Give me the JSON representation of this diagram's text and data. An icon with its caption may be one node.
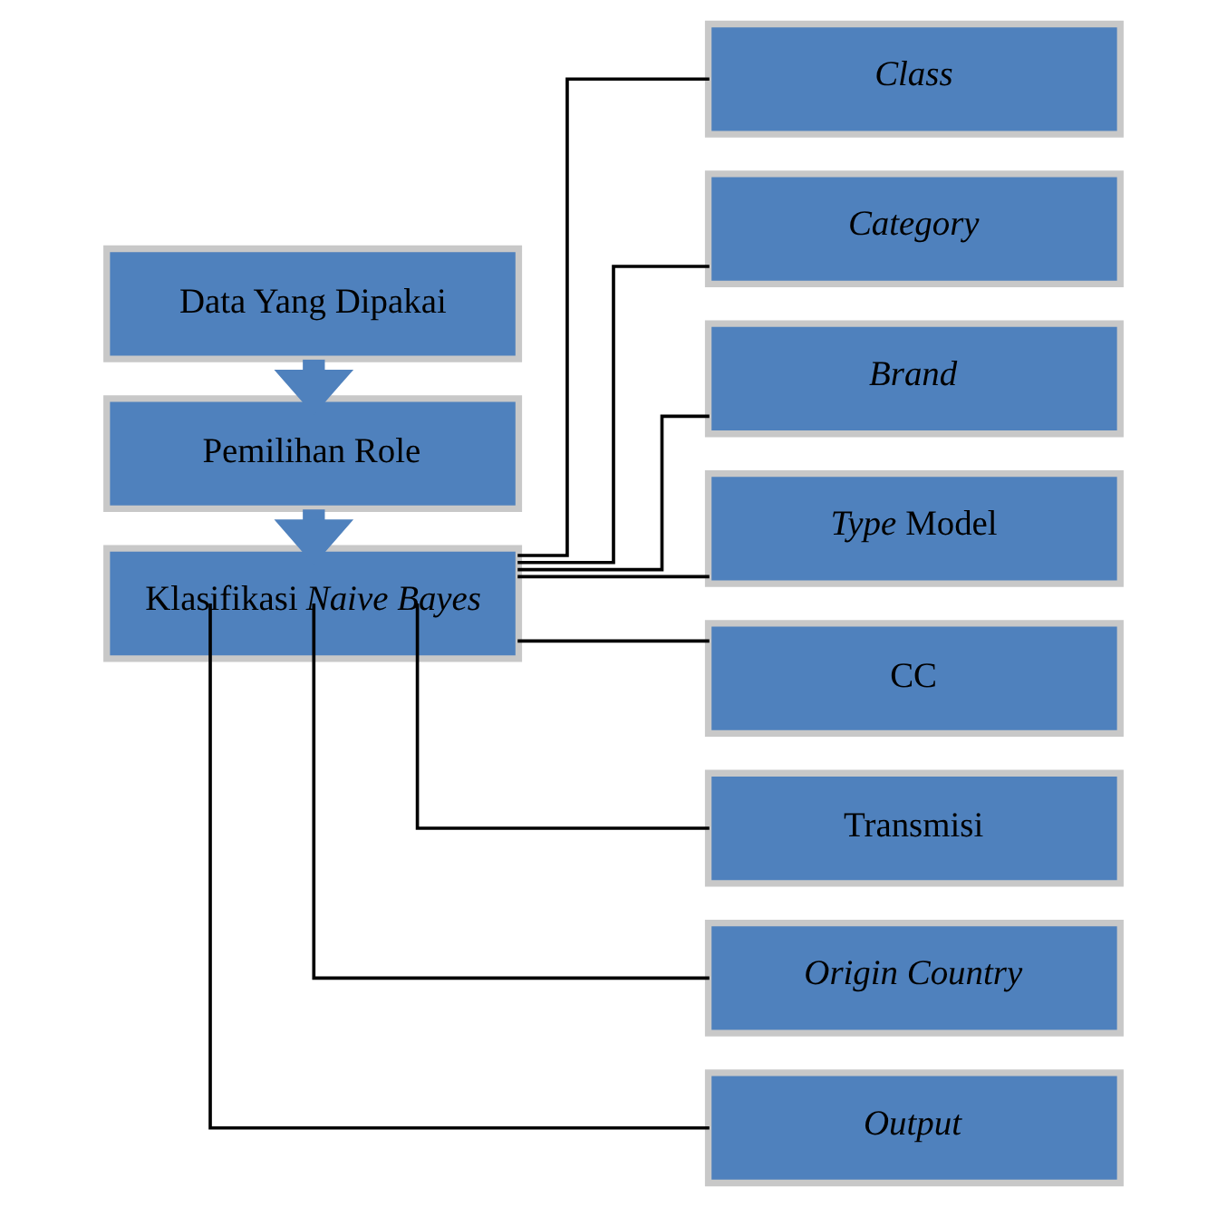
{
  "diagram": {
    "nodes": [
      {
        "text": [
          "Data Yang Dipakai"
        ]
      },
      {
        "text": [
          "Pemilihan Role"
        ]
      },
      {
        "text": [
          "Klasifikasi *Naive Bayes*"
        ]
      },
      {
        "text": [
          "Class"
        ]
      },
      {
        "text": [
          "Category"
        ]
      },
      {
        "text": [
          "Brand"
        ]
      },
      {
        "text": [
          "*Type* Model"
        ]
      },
      {
        "text": [
          "CC"
        ]
      },
      {
        "text": [
          "Transmisi"
        ]
      },
      {
        "text": [
          "Origin Country"
        ]
      },
      {
        "text": [
          "Output"
        ]
      }
    ],
    "edges": [
      {
        "from": 0,
        "to": 1,
        "arrow": "to",
        "style": "thick",
        "color": "#4f81bd"
      },
      {
        "from": 1,
        "to": 2,
        "arrow": "to",
        "style": "thick",
        "color": "#4f81bd"
      },
      {
        "from": 2,
        "to": 3,
        "arrow": "none"
      },
      {
        "from": 2,
        "to": 4,
        "arrow": "none"
      },
      {
        "from": 2,
        "to": 5,
        "arrow": "none"
      },
      {
        "from": 2,
        "to": 6,
        "arrow": "none"
      },
      {
        "from": 2,
        "to": 7,
        "arrow": "none"
      },
      {
        "from": 2,
        "to": 8,
        "arrow": "none"
      },
      {
        "from": 2,
        "to": 9,
        "arrow": "none"
      },
      {
        "from": 2,
        "to": 10,
        "arrow": "none"
      }
    ]
  }
}
